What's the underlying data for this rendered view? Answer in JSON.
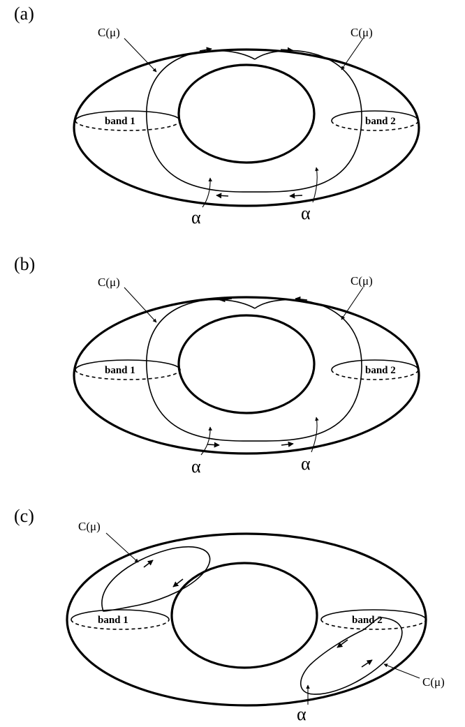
{
  "panels": [
    {
      "label": "(a)",
      "c_mu_left": "C(μ)",
      "c_mu_right": "C(μ)",
      "band_left": "band 1",
      "band_right": "band 2",
      "alpha_left": "α",
      "alpha_right": "α"
    },
    {
      "label": "(b)",
      "c_mu_left": "C(μ)",
      "c_mu_right": "C(μ)",
      "band_left": "band 1",
      "band_right": "band 2",
      "alpha_left": "α",
      "alpha_right": "α"
    },
    {
      "label": "(c)",
      "c_mu_left": "C(μ)",
      "c_mu_right": "C(μ)",
      "band_left": "band 1",
      "band_right": "band 2",
      "alpha": "α"
    }
  ]
}
